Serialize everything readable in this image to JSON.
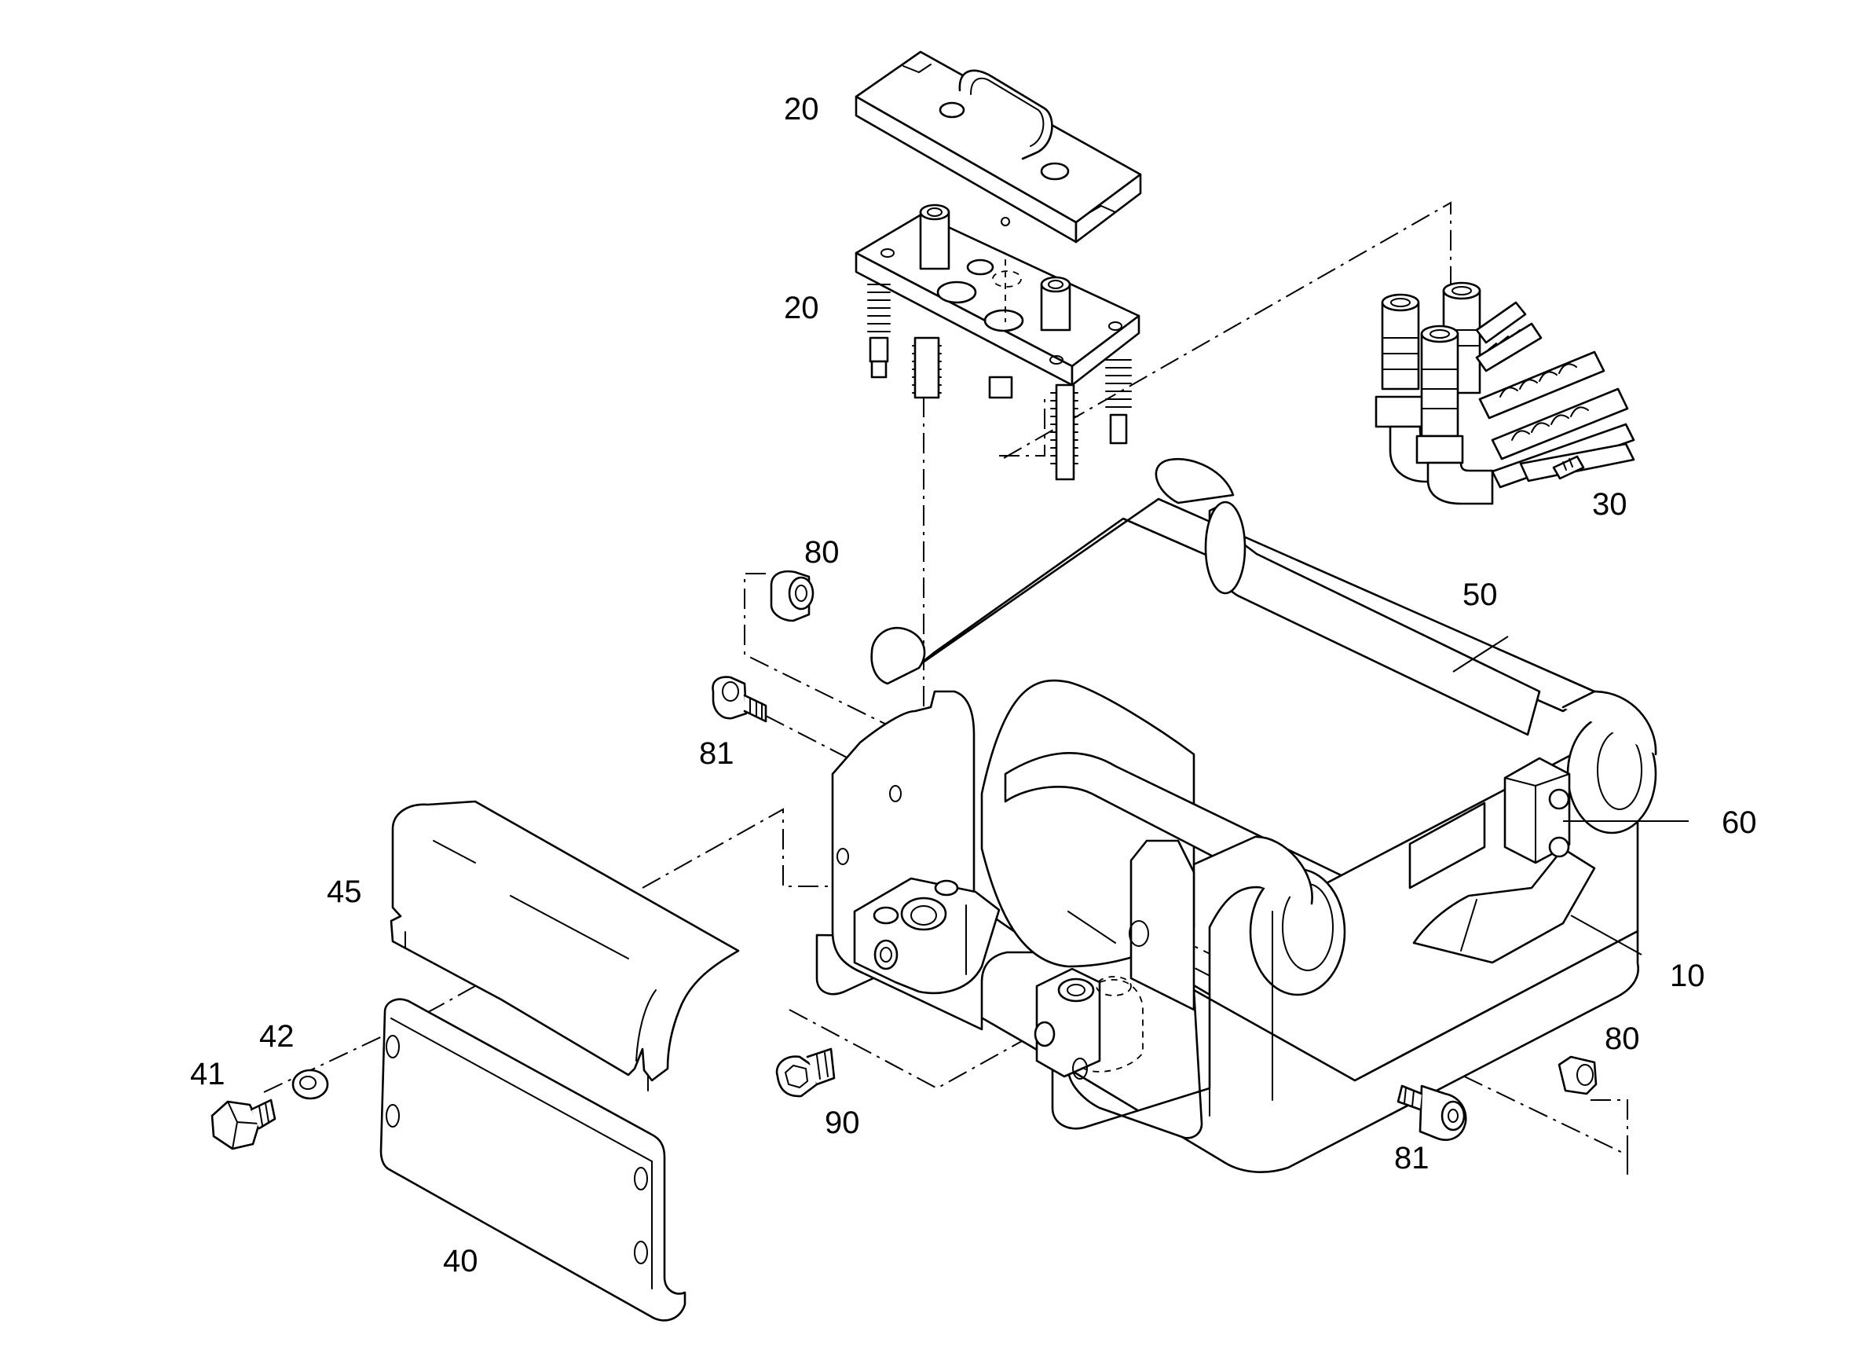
{
  "colors": {
    "line": "#000000",
    "paper": "#ffffff"
  },
  "callouts": {
    "top_cover": "20",
    "coupling_plate": "20",
    "hose_kit": "30",
    "bushing_upper": "80",
    "screw_upper": "81",
    "cover_upper": "45",
    "washer": "42",
    "bolt": "41",
    "cover_lower": "40",
    "plug": "90",
    "body": "50",
    "block": "60",
    "frame": "10",
    "bushing_lower": "80",
    "screw_lower": "81"
  }
}
